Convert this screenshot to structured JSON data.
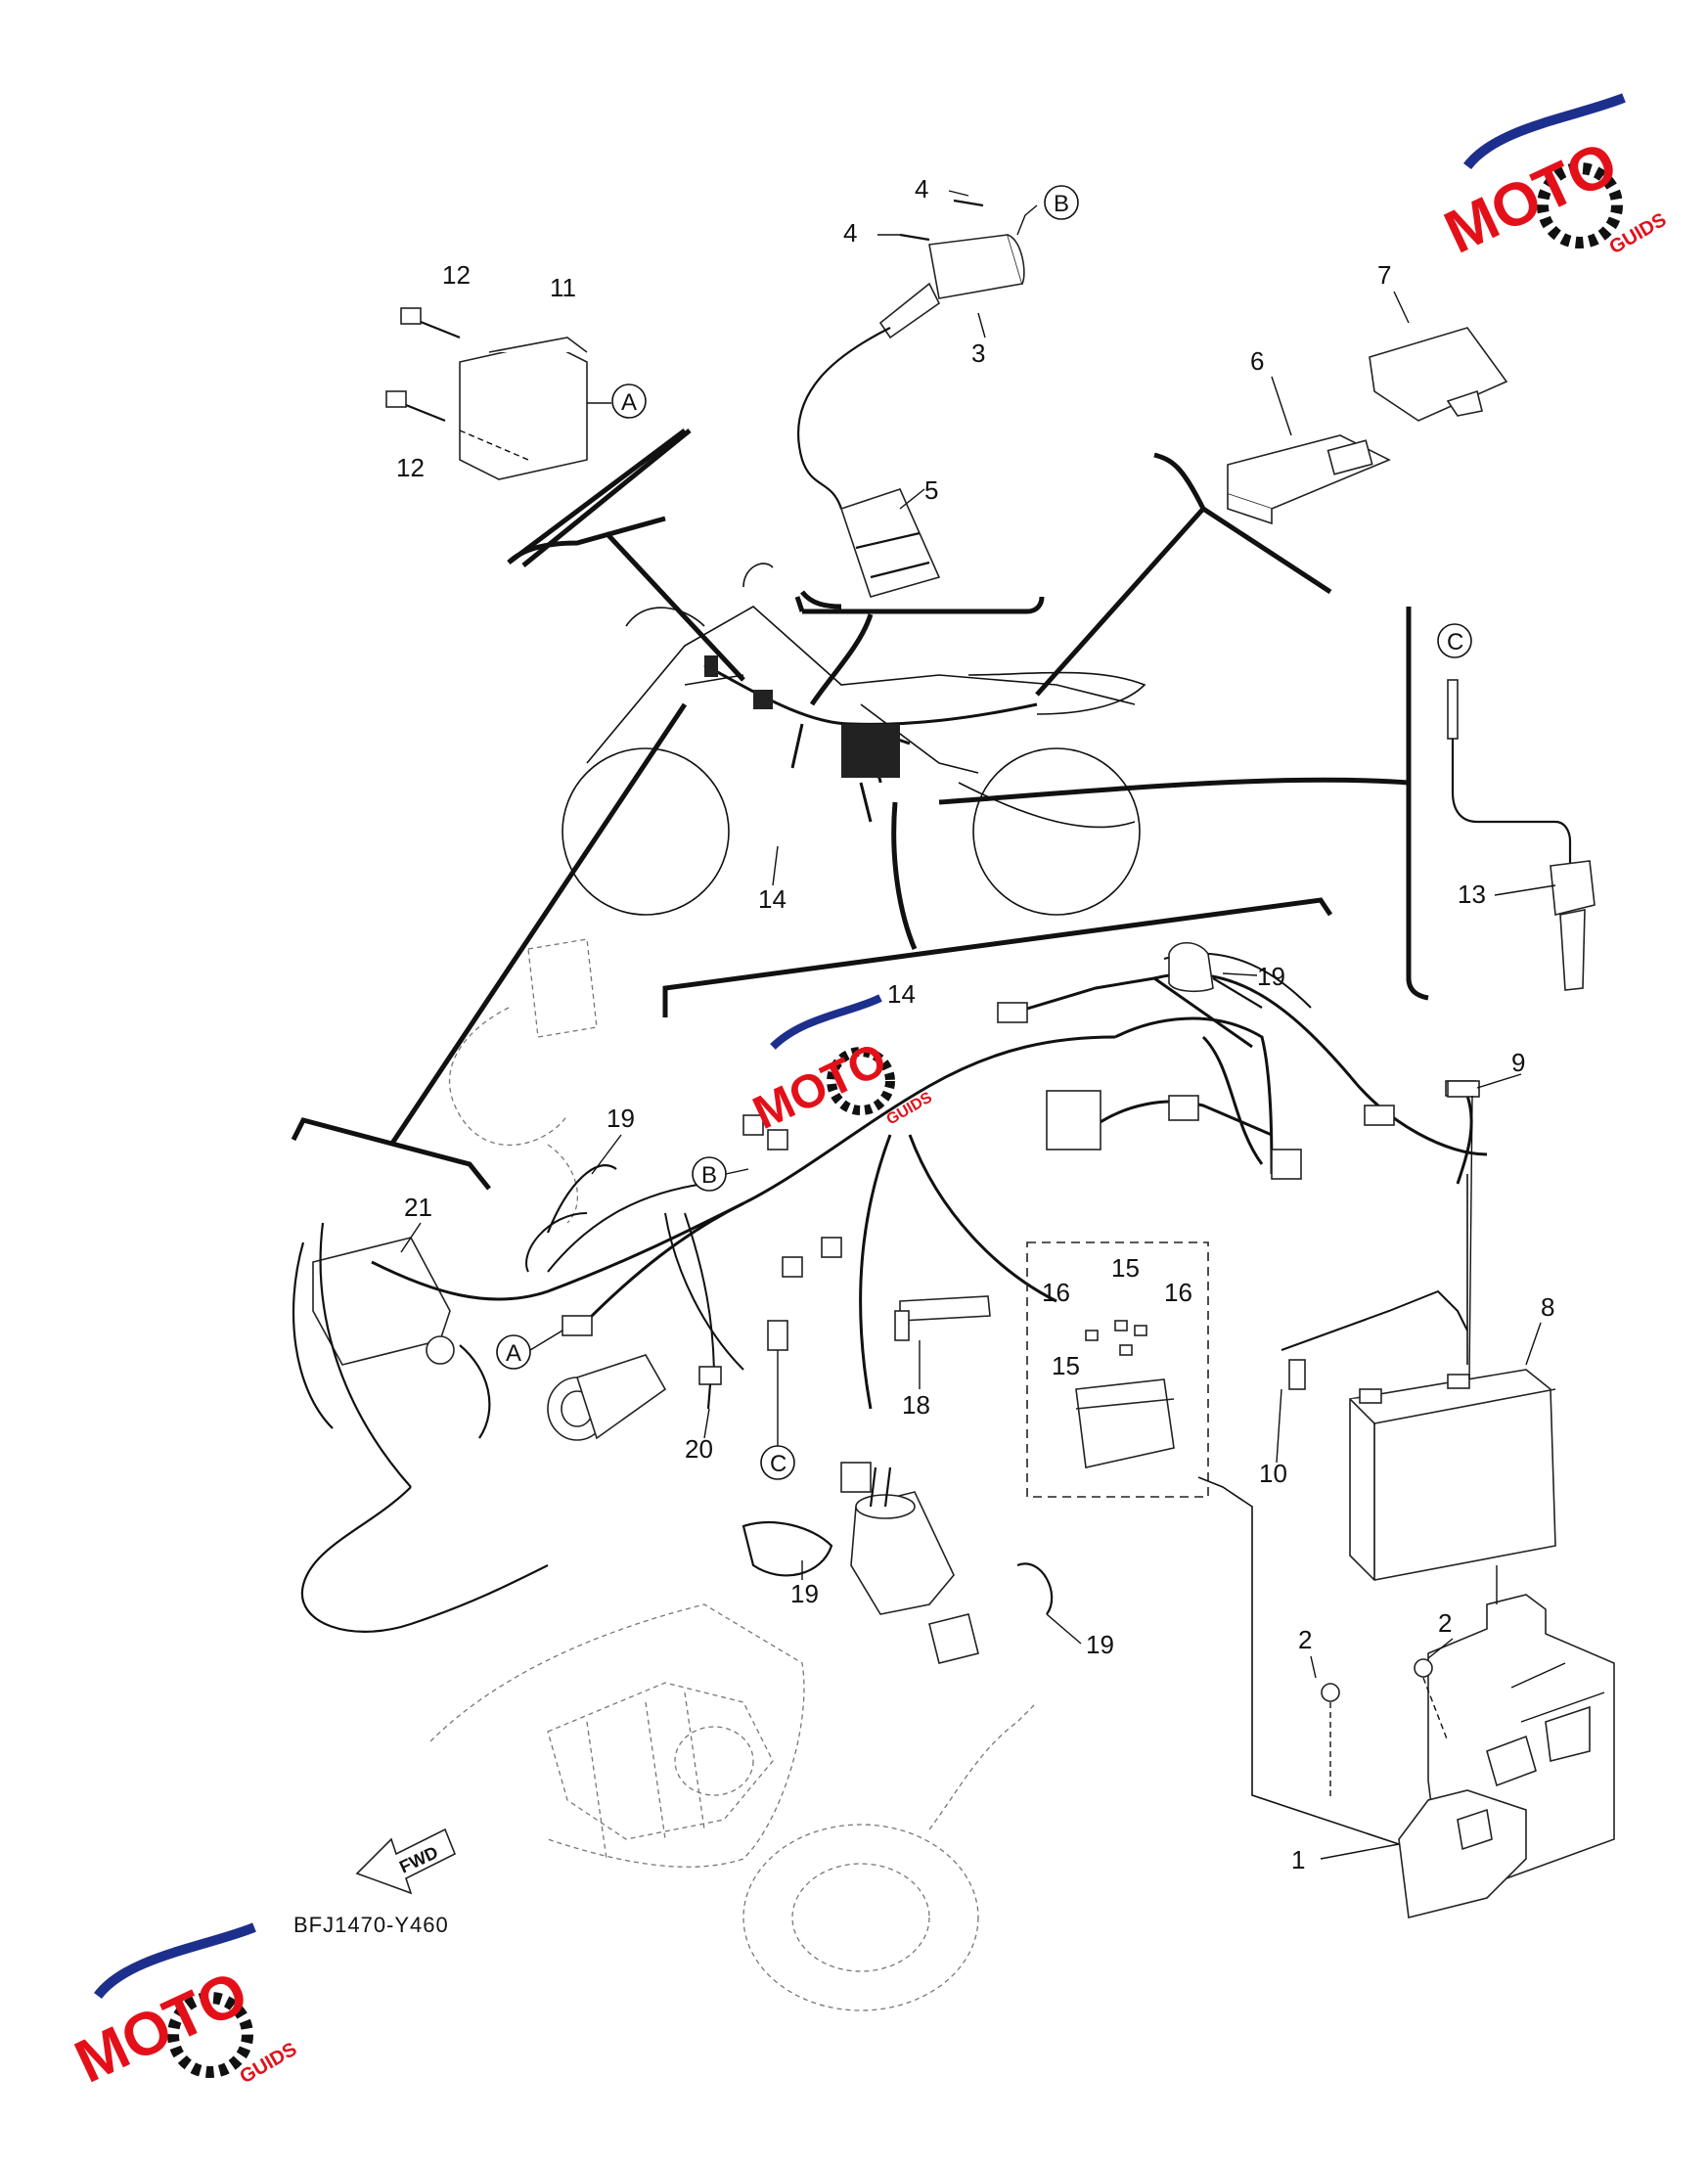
{
  "diagram": {
    "figure_code": "BFJ1470-Y460",
    "direction_label": "FWD",
    "part_numbers": [
      "1",
      "2",
      "2",
      "3",
      "4",
      "4",
      "5",
      "6",
      "7",
      "8",
      "9",
      "10",
      "11",
      "12",
      "12",
      "13",
      "14",
      "14",
      "15",
      "15",
      "16",
      "16",
      "18",
      "19",
      "19",
      "19",
      "19",
      "20",
      "21"
    ],
    "connector_refs": [
      "A",
      "A",
      "B",
      "B",
      "C",
      "C"
    ]
  },
  "logo": {
    "text_main": "MOTO",
    "text_sub": "GUIDS",
    "brand_colors": {
      "red": "#e3101a",
      "blue": "#1d2f8c",
      "black": "#111111"
    }
  }
}
